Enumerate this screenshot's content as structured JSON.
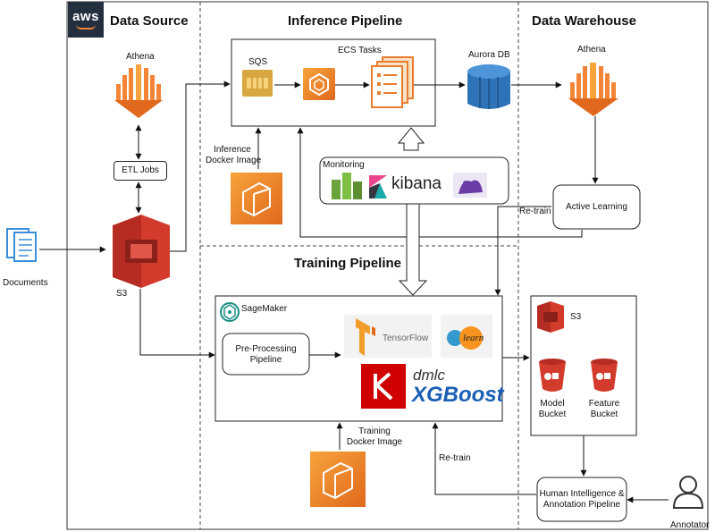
{
  "sections": {
    "data_source": "Data Source",
    "inference_pipeline": "Inference Pipeline",
    "data_warehouse": "Data Warehouse",
    "training_pipeline": "Training Pipeline"
  },
  "aws_logo": "aws",
  "nodes": {
    "athena_source": "Athena",
    "etl_jobs": "ETL Jobs",
    "s3_source": "S3",
    "documents": "Documents",
    "sqs": "SQS",
    "ecs_tasks": "ECS Tasks",
    "aurora_db": "Aurora DB",
    "athena_warehouse": "Athena",
    "inference_image_line1": "Inference",
    "inference_image_line2": "Docker Image",
    "monitoring": "Monitoring",
    "kibana": "kibana",
    "active_learning": "Active Learning",
    "retrain_top": "Re-train",
    "sagemaker": "SageMaker",
    "preprocessing_line1": "Pre-Processing",
    "preprocessing_line2": "Pipeline",
    "tensorflow": "TensorFlow",
    "learn": "learn",
    "dmlc": "dmlc",
    "xgboost": "XGBoost",
    "s3_warehouse": "S3",
    "model_bucket_line1": "Model",
    "model_bucket_line2": "Bucket",
    "feature_bucket_line1": "Feature",
    "feature_bucket_line2": "Bucket",
    "training_image_line1": "Training",
    "training_image_line2": "Docker Image",
    "retrain_bottom": "Re-train",
    "human_line1": "Human Intelligence &",
    "human_line2": "Annotation Pipeline",
    "annotator": "Annotator"
  },
  "colors": {
    "aws_orange": "#f58536",
    "s3_red": "#d33b2c",
    "aurora_blue": "#2e73b8",
    "sqs_gold": "#d9a741",
    "doc_blue": "#3b8fd9",
    "kibana_pink": "#e8478b",
    "keras_red": "#d00000",
    "xgboost_blue": "#1a5fb4"
  }
}
